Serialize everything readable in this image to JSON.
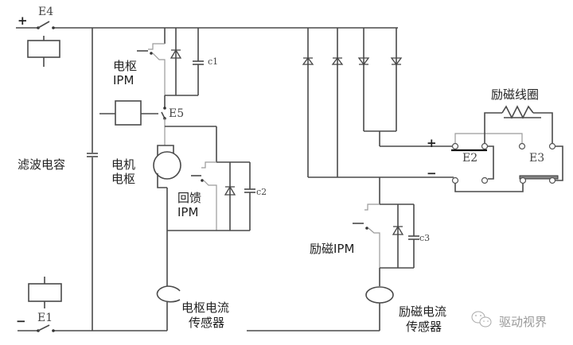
{
  "diagram": {
    "title": "",
    "labels": {
      "e4": "E4",
      "e1": "E1",
      "e5": "E5",
      "e2": "E2",
      "e3": "E3",
      "plus_left": "+",
      "minus_left": "−",
      "plus_right": "+",
      "minus_right": "−",
      "c1": "c1",
      "c2": "c2",
      "c3": "c3",
      "armature_ipm_line1": "电枢",
      "armature_ipm_line2": "IPM",
      "filter_capacitor": "滤波电容",
      "motor_armature_line1": "电机",
      "motor_armature_line2": "电枢",
      "feedback_ipm_line1": "回馈",
      "feedback_ipm_line2": "IPM",
      "excitation_ipm": "励磁IPM",
      "armature_current_sensor_line1": "电枢电流",
      "armature_current_sensor_line2": "传感器",
      "excitation_current_sensor_line1": "励磁电流",
      "excitation_current_sensor_line2": "传感器",
      "field_coil": "励磁线圈"
    },
    "watermark": {
      "icon": "wechat-icon",
      "text": "驱动视界"
    }
  }
}
